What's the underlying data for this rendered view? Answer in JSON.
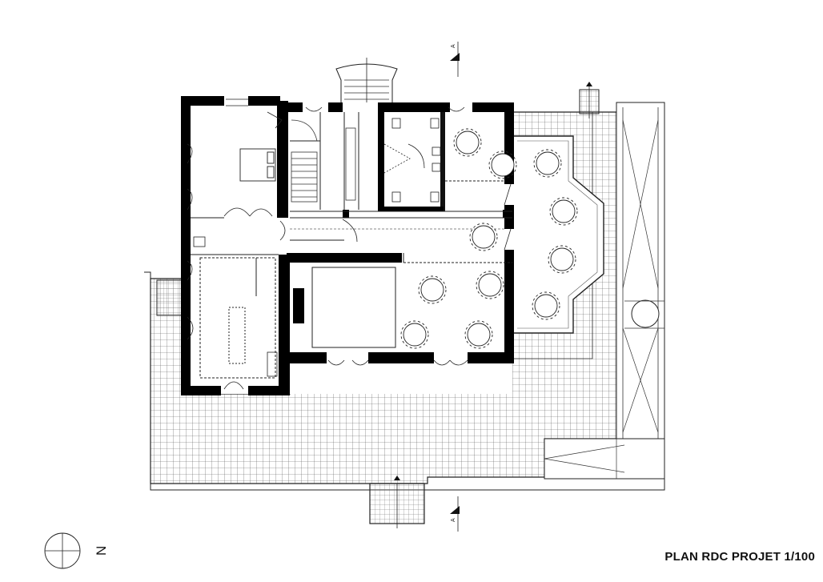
{
  "drawing": {
    "title": "PLAN RDC PROJET 1/100",
    "north_label": "N",
    "section_marker_label": "A"
  },
  "icons": {
    "north_arrow": "compass-circle",
    "section_marker": "black-triangle"
  },
  "colors": {
    "wall": "#000000",
    "line": "#333333",
    "paper": "#ffffff"
  }
}
